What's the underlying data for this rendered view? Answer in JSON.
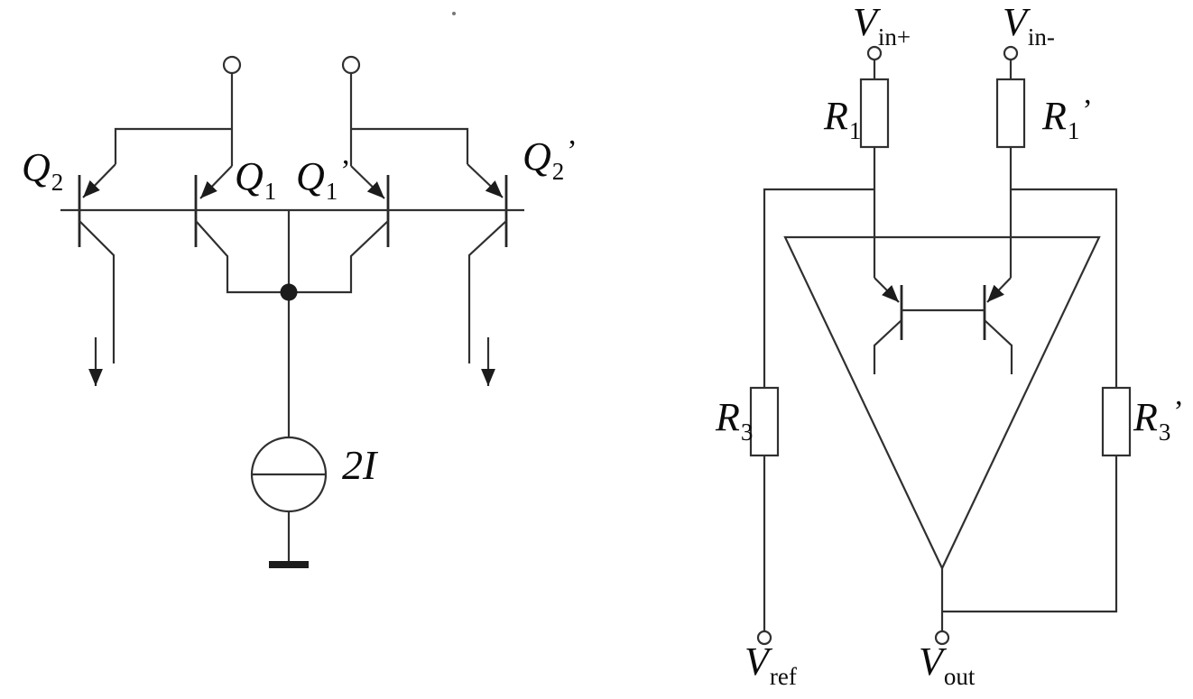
{
  "figure": {
    "background_color": "#ffffff",
    "line_color": "#303030",
    "text_color": "#0b0b0b"
  },
  "left_circuit": {
    "description": "cross-coupled input transistor quad with tail current source",
    "labels": {
      "q2": {
        "base": "Q",
        "sub": "2",
        "prime": ""
      },
      "q1": {
        "base": "Q",
        "sub": "1",
        "prime": ""
      },
      "q1_prime": {
        "base": "Q",
        "sub": "1",
        "prime": "’"
      },
      "q2_prime": {
        "base": "Q",
        "sub": "2",
        "prime": "’"
      },
      "tail_current": "2I"
    }
  },
  "right_circuit": {
    "description": "op-amp stage with input resistors and feedback resistors",
    "labels": {
      "vin_plus": {
        "base": "V",
        "sub": "in+"
      },
      "vin_minus": {
        "base": "V",
        "sub": "in-"
      },
      "r1": {
        "base": "R",
        "sub": "1",
        "prime": ""
      },
      "r1_prime": {
        "base": "R",
        "sub": "1",
        "prime": "’"
      },
      "r3": {
        "base": "R",
        "sub": "3",
        "prime": ""
      },
      "r3_prime": {
        "base": "R",
        "sub": "3",
        "prime": "’"
      },
      "v_ref": {
        "base": "V",
        "sub": "ref"
      },
      "v_out": {
        "base": "V",
        "sub": "out"
      }
    }
  }
}
